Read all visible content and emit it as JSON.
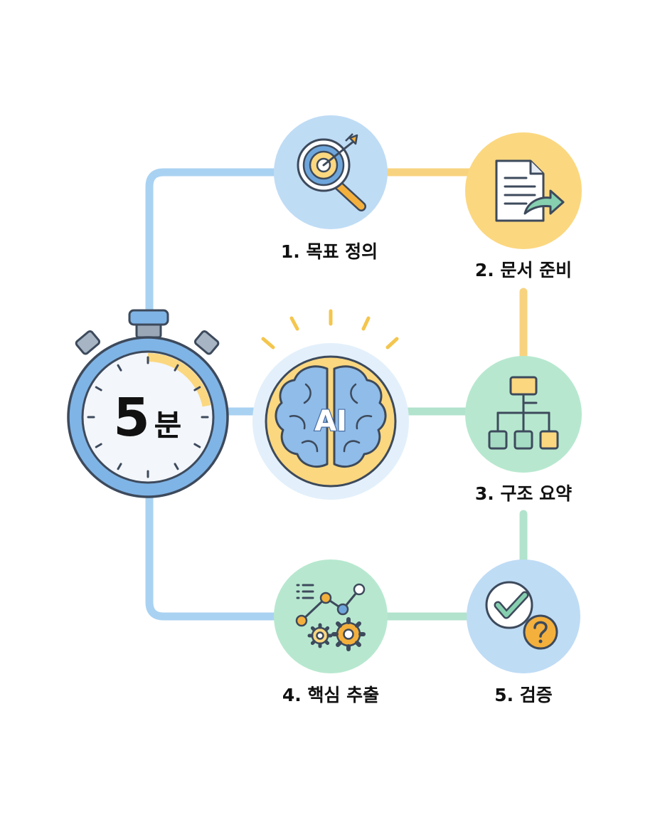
{
  "timer": {
    "digit": "5",
    "unit": "분",
    "elapsed_fraction": 0.22
  },
  "center": {
    "label": "AI"
  },
  "steps": [
    {
      "label": "1. 목표 정의",
      "icon": "target-magnifier-icon"
    },
    {
      "label": "2. 문서 준비",
      "icon": "document-arrow-icon"
    },
    {
      "label": "3. 구조 요약",
      "icon": "hierarchy-icon"
    },
    {
      "label": "4. 핵심 추출",
      "icon": "chart-gears-icon"
    },
    {
      "label": "5. 검증",
      "icon": "check-question-icon"
    }
  ],
  "colors": {
    "blue": "#bfdcf5",
    "blue_line": "#a9d2f2",
    "yellow": "#fbd77f",
    "yellow_line": "#f8d37f",
    "green": "#b7e8cf",
    "green_line": "#b2e3cc",
    "stroke": "#3d4a5c",
    "accent_orange": "#f4b03c",
    "accent_blue": "#6ea6dc"
  }
}
